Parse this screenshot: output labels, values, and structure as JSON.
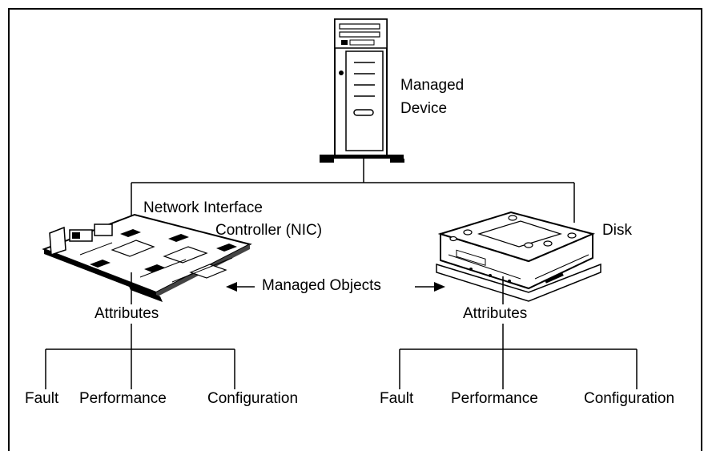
{
  "device_label_line1": "Managed",
  "device_label_line2": "Device",
  "nic_label_line1": "Network Interface",
  "nic_label_line2": "Controller (NIC)",
  "disk_label": "Disk",
  "managed_objects_label": "Managed Objects",
  "attributes_left": "Attributes",
  "attributes_right": "Attributes",
  "left_children": [
    "Fault",
    "Performance",
    "Configuration"
  ],
  "right_children": [
    "Fault",
    "Performance",
    "Configuration"
  ],
  "icons": [
    "tower-server-icon",
    "network-card-icon",
    "disk-drive-icon"
  ]
}
